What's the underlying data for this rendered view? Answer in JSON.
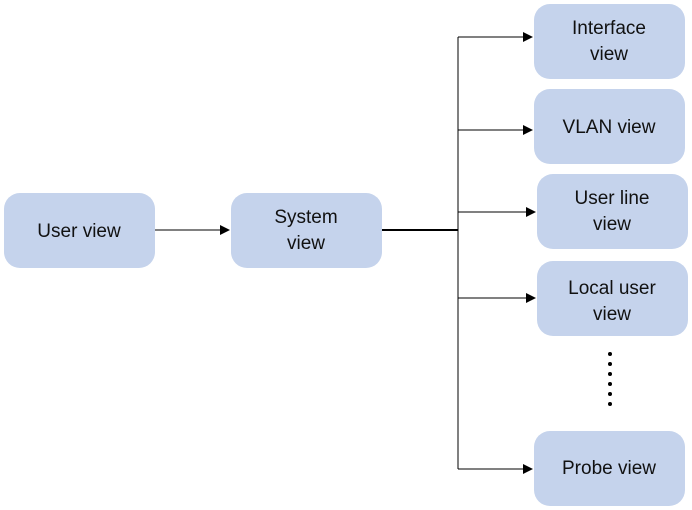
{
  "nodes": {
    "user_view": {
      "lines": [
        "User view"
      ]
    },
    "system_view": {
      "lines": [
        "System",
        "view"
      ]
    },
    "interface_view": {
      "lines": [
        "Interface",
        "view"
      ]
    },
    "vlan_view": {
      "lines": [
        "VLAN view"
      ]
    },
    "user_line_view": {
      "lines": [
        "User line",
        "view"
      ]
    },
    "local_user_view": {
      "lines": [
        "Local user",
        "view"
      ]
    },
    "probe_view": {
      "lines": [
        "Probe view"
      ]
    }
  },
  "colors": {
    "node_fill": "#c5d3ec",
    "line": "#000000"
  },
  "ellipsis": "more views omitted (vertical dots)"
}
